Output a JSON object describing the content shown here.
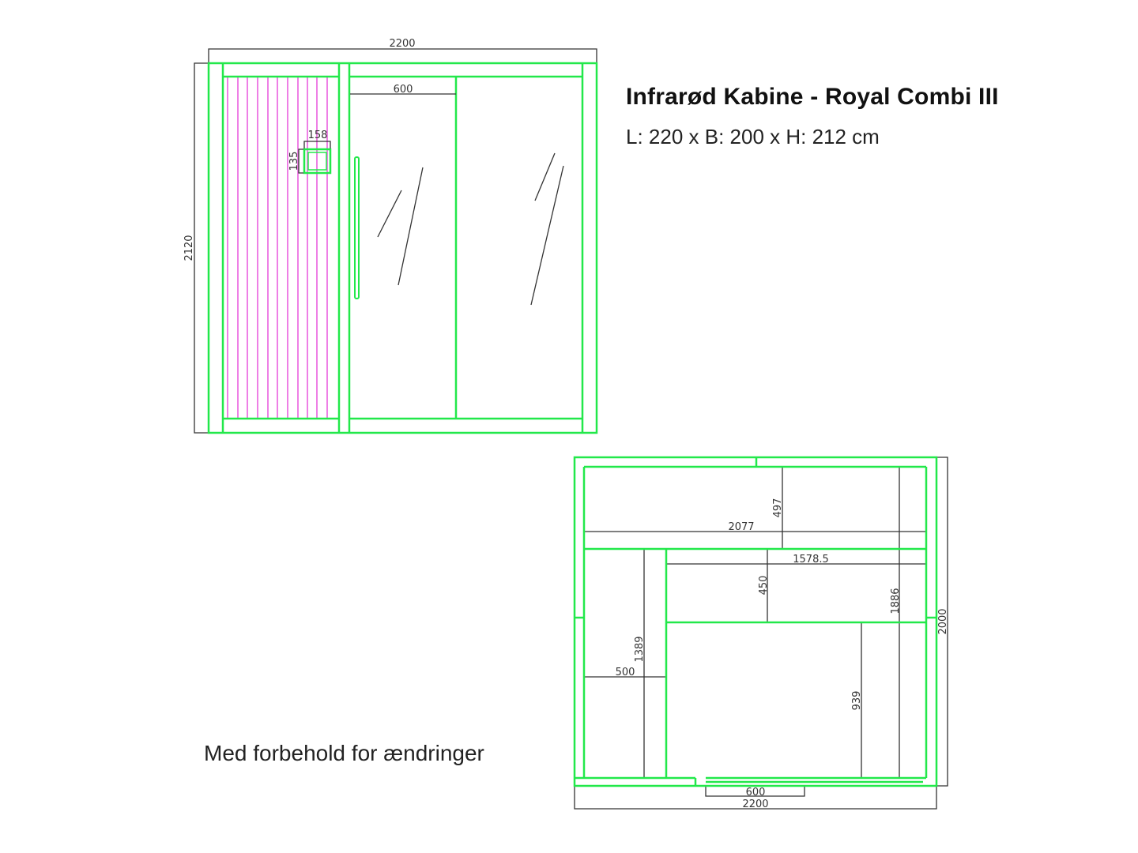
{
  "title": "Infrarød Kabine - Royal Combi III",
  "dimensions_text": "L: 220 x B: 200 x H: 212 cm",
  "note": "Med forbehold for ændringer",
  "front_view": {
    "width": "2200",
    "height": "2120",
    "door_width": "600",
    "panel_width": "158",
    "panel_height": "135"
  },
  "floor_plan": {
    "total_width": "2200",
    "total_depth": "2000",
    "door_width": "600",
    "bench_length": "2077",
    "bench_depth_top": "497",
    "bench_middle_length": "1578.5",
    "bench_middle_depth": "450",
    "inner_depth": "1886",
    "floor_depth": "939",
    "left_bench_length": "1389",
    "left_bench_width": "500"
  },
  "colors": {
    "frame": "#22e84a",
    "heater": "#ee7fe6",
    "dimension": "#333333"
  }
}
